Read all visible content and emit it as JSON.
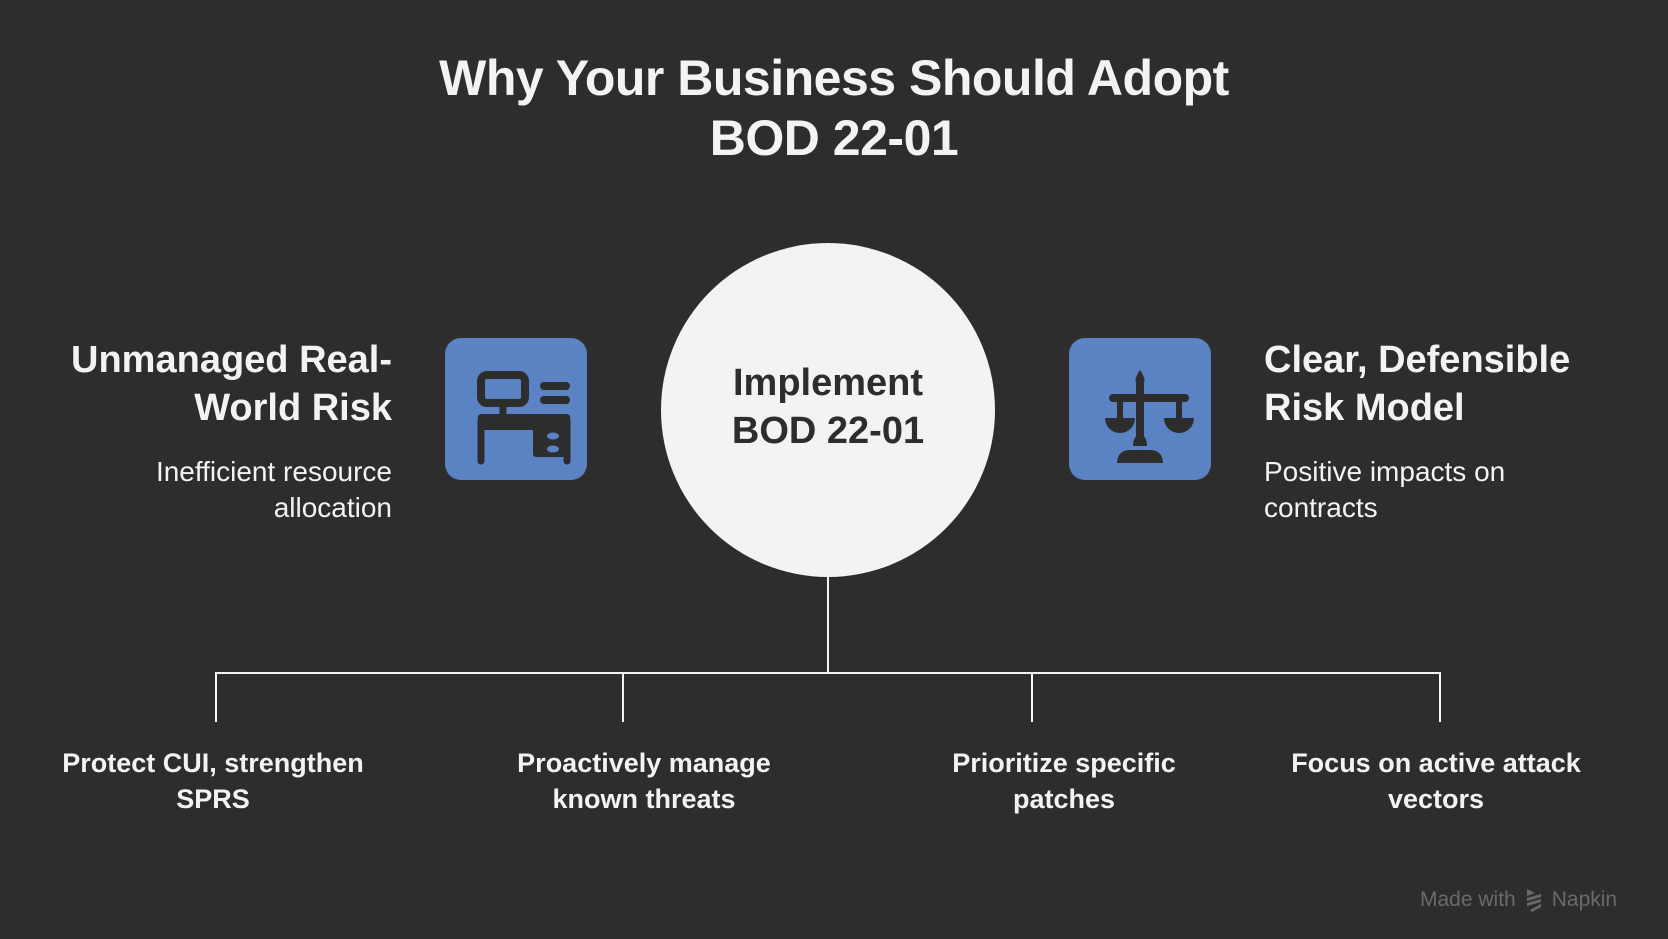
{
  "title": {
    "line1": "Why Your Business Should Adopt",
    "line2": "BOD 22-01"
  },
  "center": {
    "line1": "Implement",
    "line2": "BOD 22-01"
  },
  "left": {
    "icon": "desk-computer-icon",
    "heading_line1": "Unmanaged Real-",
    "heading_line2": "World Risk",
    "body_line1": "Inefficient resource",
    "body_line2": "allocation"
  },
  "right": {
    "icon": "scales-of-justice-icon",
    "heading_line1": "Clear, Defensible",
    "heading_line2": "Risk Model",
    "body_line1": "Positive impacts on",
    "body_line2": "contracts"
  },
  "leaves": [
    {
      "line1": "Protect CUI, strengthen",
      "line2": "SPRS"
    },
    {
      "line1": "Proactively manage",
      "line2": "known threats"
    },
    {
      "line1": "Prioritize specific",
      "line2": "patches"
    },
    {
      "line1": "Focus on active attack",
      "line2": "vectors"
    }
  ],
  "watermark": {
    "prefix": "Made with",
    "brand": "Napkin",
    "icon": "napkin-logo-icon"
  },
  "colors": {
    "background": "#2d2d2d",
    "icon_fill": "#5b82c2",
    "text": "#f3f3f3",
    "circle": "#f3f3f3",
    "watermark": "#6a6a6a"
  }
}
